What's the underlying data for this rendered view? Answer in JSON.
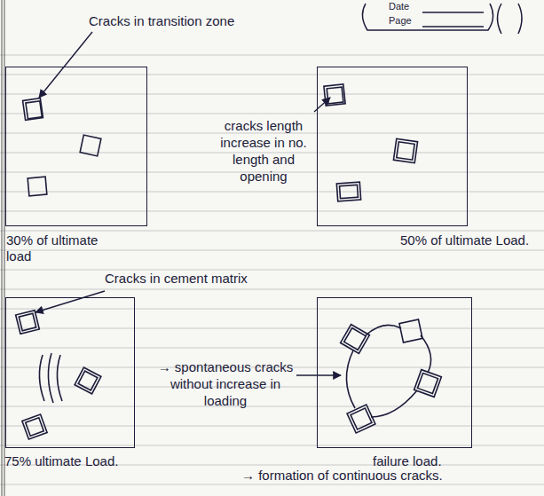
{
  "diagram": {
    "nodes": [
      {
        "text": [
          "30% of ultimate load"
        ]
      },
      {
        "text": [
          "50% of ultimate Load."
        ]
      },
      {
        "text": [
          "75% ultimate Load."
        ]
      },
      {
        "text": [
          "failure load."
        ]
      }
    ],
    "labels": [
      "Date",
      "Page",
      "Cracks in transition zone",
      "cracks length increase in no. length and opening",
      "Cracks in cement matrix",
      "→ spontaneous cracks without increase in loading",
      "→ formation of continuous cracks."
    ]
  }
}
